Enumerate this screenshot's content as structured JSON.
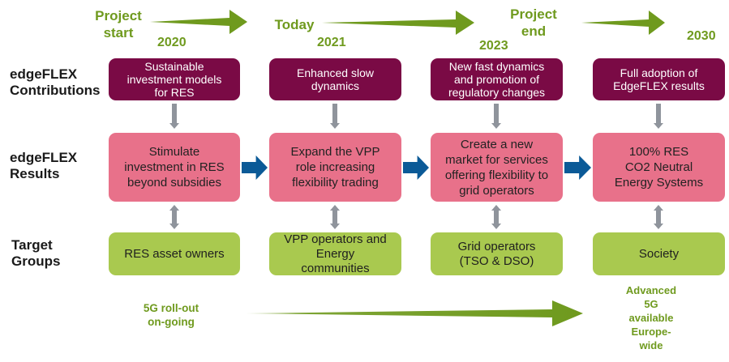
{
  "colors": {
    "timeline_green": "#6f9a1e",
    "contribution_box": "#7a0a45",
    "result_box": "#e8718a",
    "target_box": "#a9c94f",
    "flow_arrow": "#0b5a97",
    "connector_arrow": "#8f949c"
  },
  "timeline": {
    "milestones": [
      {
        "label_line1": "Project",
        "label_line2": "start",
        "year": "2020"
      },
      {
        "label_line1": "Today",
        "year": "2021"
      },
      {
        "label_line1": "Project",
        "label_line2": "end",
        "year": "2023"
      },
      {
        "year": "2030"
      }
    ]
  },
  "rows": {
    "contributions": {
      "label_line1": "edgeFLEX",
      "label_line2": "Contributions"
    },
    "results": {
      "label_line1": "edgeFLEX",
      "label_line2": "Results"
    },
    "targets": {
      "label_line1": "Target",
      "label_line2": "Groups"
    }
  },
  "columns": [
    {
      "contribution": [
        "Sustainable",
        "investment models",
        "for RES"
      ],
      "result": [
        "Stimulate",
        "investment in RES",
        "beyond subsidies"
      ],
      "target": [
        "RES asset owners"
      ]
    },
    {
      "contribution": [
        "Enhanced slow",
        "dynamics"
      ],
      "result": [
        "Expand the VPP",
        "role increasing",
        "flexibility trading"
      ],
      "target": [
        "VPP operators and",
        "Energy",
        "communities"
      ]
    },
    {
      "contribution": [
        "New fast dynamics",
        "and promotion of",
        "regulatory changes"
      ],
      "result": [
        "Create a new",
        "market for services",
        "offering flexibility to",
        "grid operators"
      ],
      "target": [
        "Grid operators",
        "(TSO & DSO)"
      ]
    },
    {
      "contribution": [
        "Full adoption of",
        "EdgeFLEX results"
      ],
      "result": [
        "100% RES",
        "CO2 Neutral",
        "Energy Systems"
      ],
      "target": [
        "Society"
      ]
    }
  ],
  "five_g": {
    "start_line1": "5G roll-out",
    "start_line2": "on-going",
    "end_lines": [
      "Advanced",
      "5G",
      "available",
      "Europe-",
      "wide"
    ]
  }
}
